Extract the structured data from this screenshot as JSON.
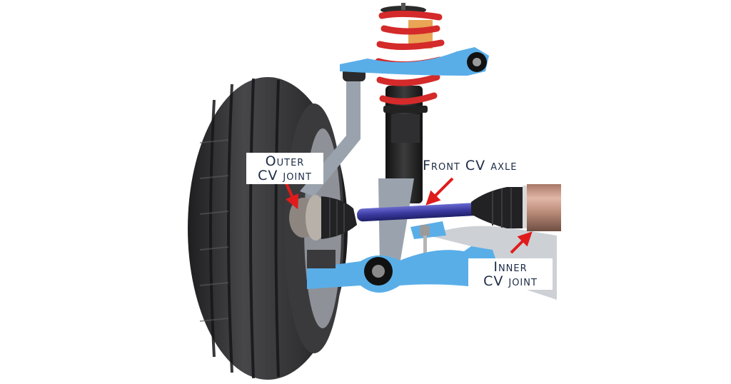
{
  "diagram": {
    "subject": "Front suspension with CV axle",
    "labels": {
      "outer_cv_joint": {
        "line1": "Outer",
        "line2": "CV joint"
      },
      "front_cv_axle": {
        "text": "Front CV axle"
      },
      "inner_cv_joint": {
        "line1": "Inner",
        "line2": "CV joint"
      }
    },
    "colors": {
      "background": "#ffffff",
      "label_text": "#1c2b45",
      "arrow": "#e01b1b",
      "control_arm": "#5aaee8",
      "axle_shaft": "#3a3aa0",
      "coil_spring": "#d42a2a",
      "tire": "#2e2e30",
      "knuckle": "#9aa3ad",
      "inner_housing": "#b98a78"
    }
  }
}
